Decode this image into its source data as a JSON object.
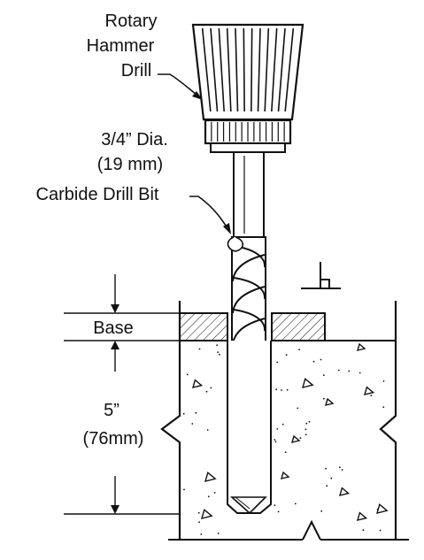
{
  "labels": {
    "drill_line1": "Rotary",
    "drill_line2": "Hammer",
    "drill_line3": "Drill",
    "bit_dia_line1": "3/4” Dia.",
    "bit_dia_line2": "(19 mm)",
    "bit_name": "Carbide Drill Bit",
    "base": "Base",
    "depth_in": "5”",
    "depth_mm": "(76mm)"
  },
  "colors": {
    "ink": "#111111",
    "paper": "#ffffff"
  },
  "icons": {
    "drill": "rotary-hammer-drill-icon",
    "bit": "carbide-drill-bit-icon",
    "plumb": "plumb-symbol-icon",
    "aggregate": "concrete-aggregate-icon"
  }
}
